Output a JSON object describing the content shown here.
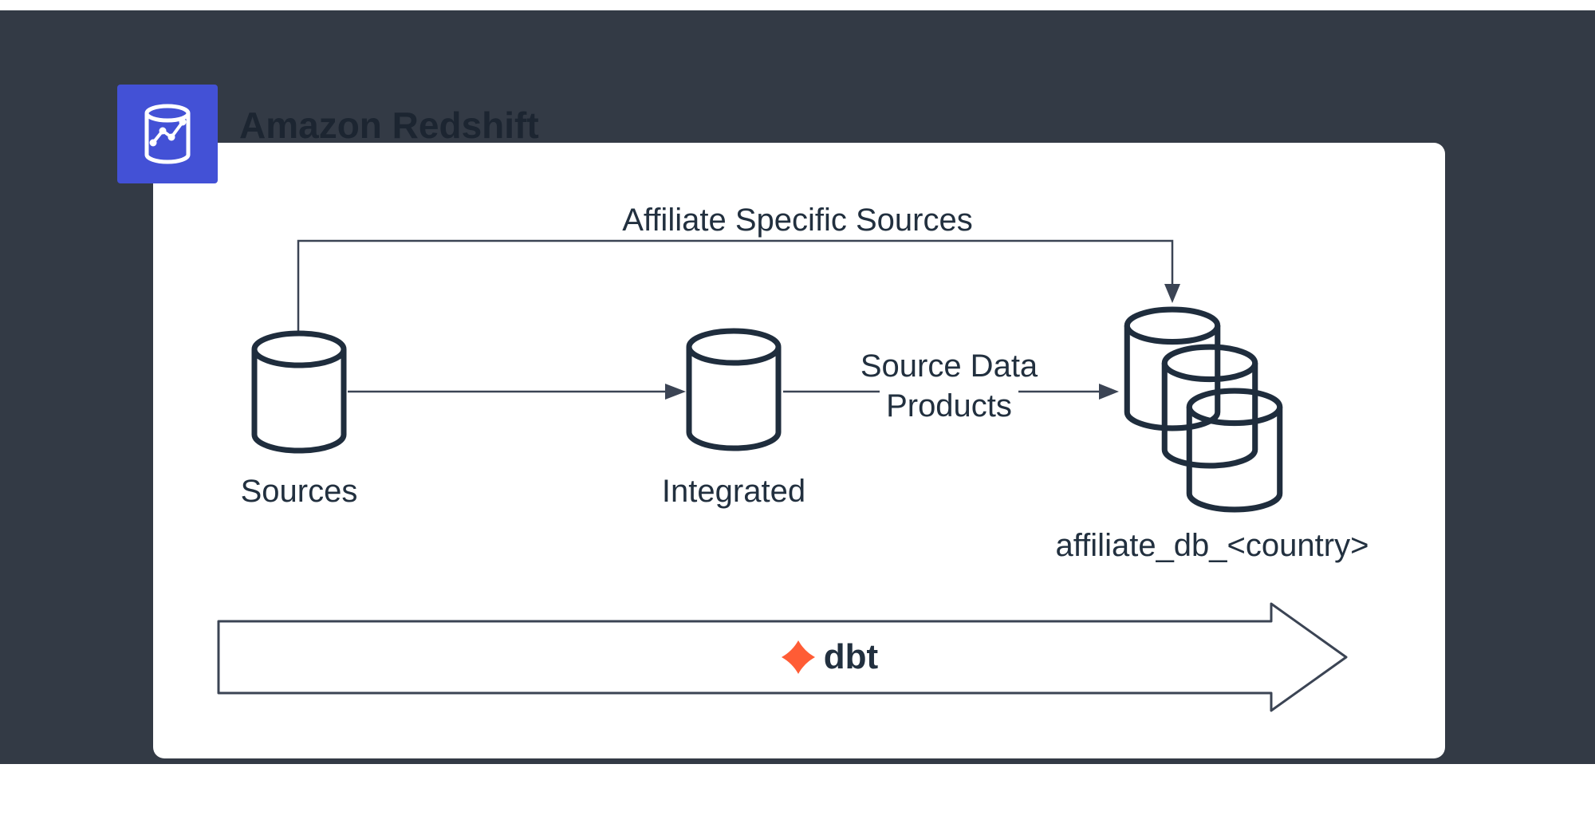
{
  "header": {
    "product_label": "Amazon Redshift"
  },
  "diagram": {
    "top_connector_label": "Affiliate Specific Sources",
    "nodes": {
      "sources": {
        "label": "Sources"
      },
      "integrated": {
        "label": "Integrated"
      },
      "affiliate_db": {
        "label": "affiliate_db_<country>"
      }
    },
    "edge_label": {
      "line1": "Source Data",
      "line2": "Products"
    },
    "pipeline_arrow": {
      "label": "dbt"
    }
  },
  "icons": {
    "logo": "redshift-database-chart-icon",
    "pipeline": "dbt-star-icon"
  },
  "colors": {
    "canvas_background": "#333a45",
    "panel_background": "#ffffff",
    "shape_stroke": "#1f2d3d",
    "connector_stroke": "#3b4454",
    "text": "#22303f",
    "redshift_blue": "#4351d6",
    "dbt_orange": "#ff5c35",
    "header_text": "#1c2531"
  }
}
